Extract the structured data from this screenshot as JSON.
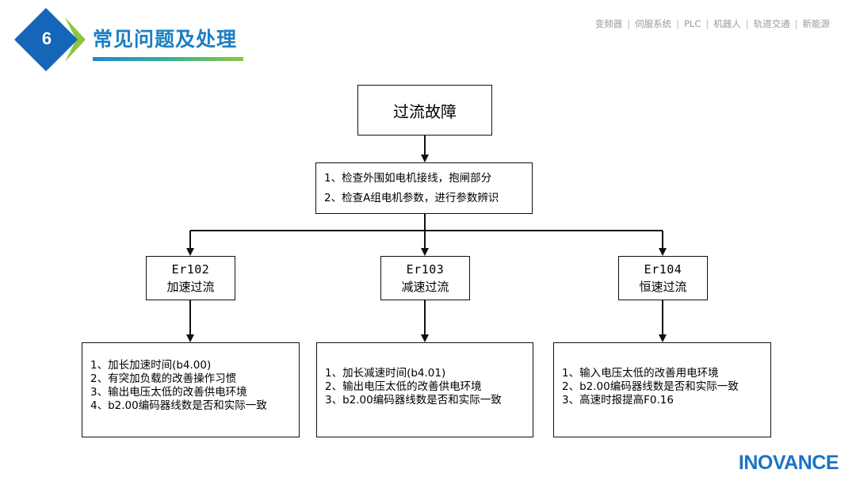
{
  "header": {
    "section_number": "6",
    "section_title": "常见问题及处理",
    "nav": [
      "变频器",
      "伺服系统",
      "PLC",
      "机器人",
      "轨道交通",
      "新能源"
    ],
    "nav_separator": "|"
  },
  "flowchart": {
    "root": "过流故障",
    "checks": [
      "1、检查外围如电机接线，抱闸部分",
      "2、检查A组电机参数，进行参数辨识"
    ],
    "faults": [
      {
        "code": "Er102",
        "name": "加速过流",
        "remedies": [
          "1、加长加速时间(b4.00)",
          "2、有突加负载的改善操作习惯",
          "3、输出电压太低的改善供电环境",
          "4、b2.00编码器线数是否和实际一致"
        ]
      },
      {
        "code": "Er103",
        "name": "减速过流",
        "remedies": [
          "1、加长减速时间(b4.01)",
          "2、输出电压太低的改善供电环境",
          "3、b2.00编码器线数是否和实际一致"
        ]
      },
      {
        "code": "Er104",
        "name": "恒速过流",
        "remedies": [
          "1、输入电压太低的改善用电环境",
          "2、b2.00编码器线数是否和实际一致",
          "3、高速时报提高F0.16"
        ]
      }
    ]
  },
  "footer": {
    "logo": "INOVANCE"
  },
  "colors": {
    "badge_blue": "#1565b8",
    "badge_green": "#8dc63f",
    "title_blue": "#1c7fc3",
    "logo_blue": "#1a73c4"
  },
  "icons": {
    "badge": "diamond-badge-icon",
    "arrow": "arrow-down-icon"
  }
}
